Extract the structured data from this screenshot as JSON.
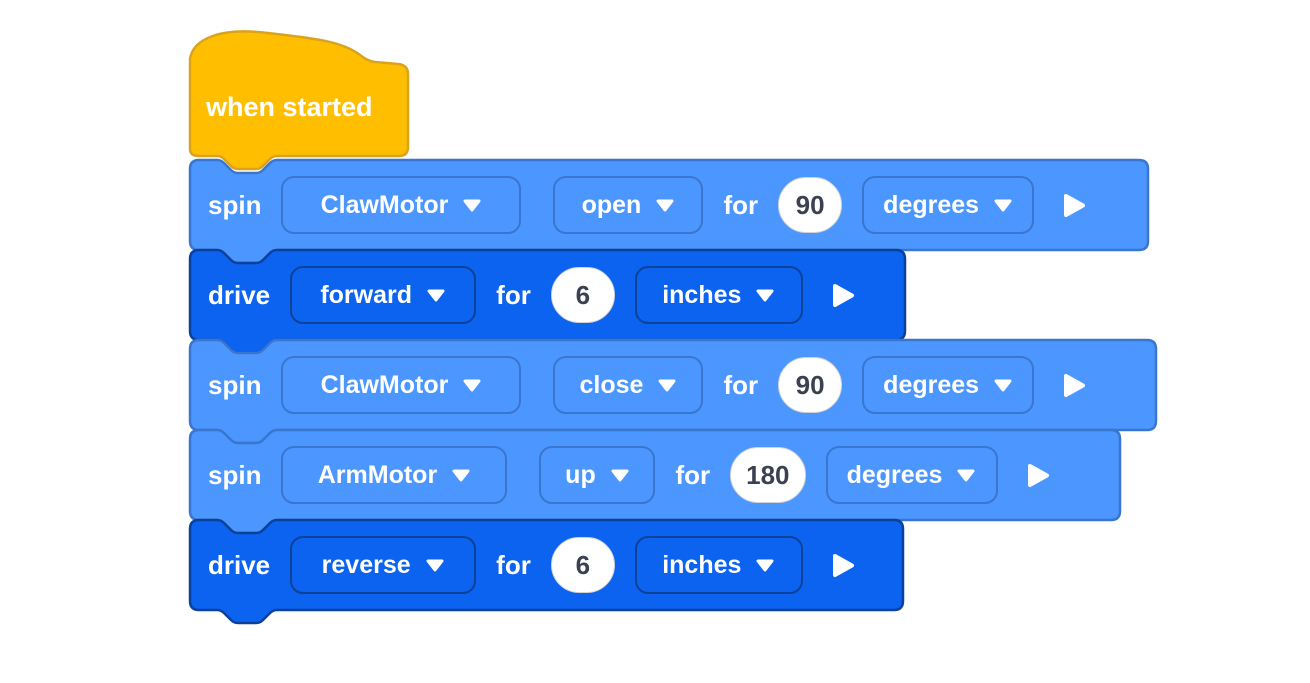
{
  "palette": {
    "page_bg": "#ffffff",
    "hat_fill": "#FFBF00",
    "hat_border": "#D9A31E",
    "spin_fill": "#4C97FF",
    "spin_border": "#3A76CE",
    "drive_fill": "#0B63F0",
    "drive_border": "#0C419A",
    "input_bg": "#ffffff",
    "input_text": "#3B4150",
    "block_text": "#ffffff"
  },
  "icons": {
    "dropdown_caret": "caret-down-triangle",
    "run": "play-right-triangle"
  },
  "hat_block": {
    "label": "when started"
  },
  "spin_claw_open": {
    "verb": "spin",
    "motor": "ClawMotor",
    "direction": "open",
    "for": "for",
    "value": "90",
    "unit": "degrees"
  },
  "drive_forward": {
    "verb": "drive",
    "direction": "forward",
    "for": "for",
    "value": "6",
    "unit": "inches"
  },
  "spin_claw_close": {
    "verb": "spin",
    "motor": "ClawMotor",
    "direction": "close",
    "for": "for",
    "value": "90",
    "unit": "degrees"
  },
  "spin_arm_up": {
    "verb": "spin",
    "motor": "ArmMotor",
    "direction": "up",
    "for": "for",
    "value": "180",
    "unit": "degrees"
  },
  "drive_reverse": {
    "verb": "drive",
    "direction": "reverse",
    "for": "for",
    "value": "6",
    "unit": "inches"
  }
}
